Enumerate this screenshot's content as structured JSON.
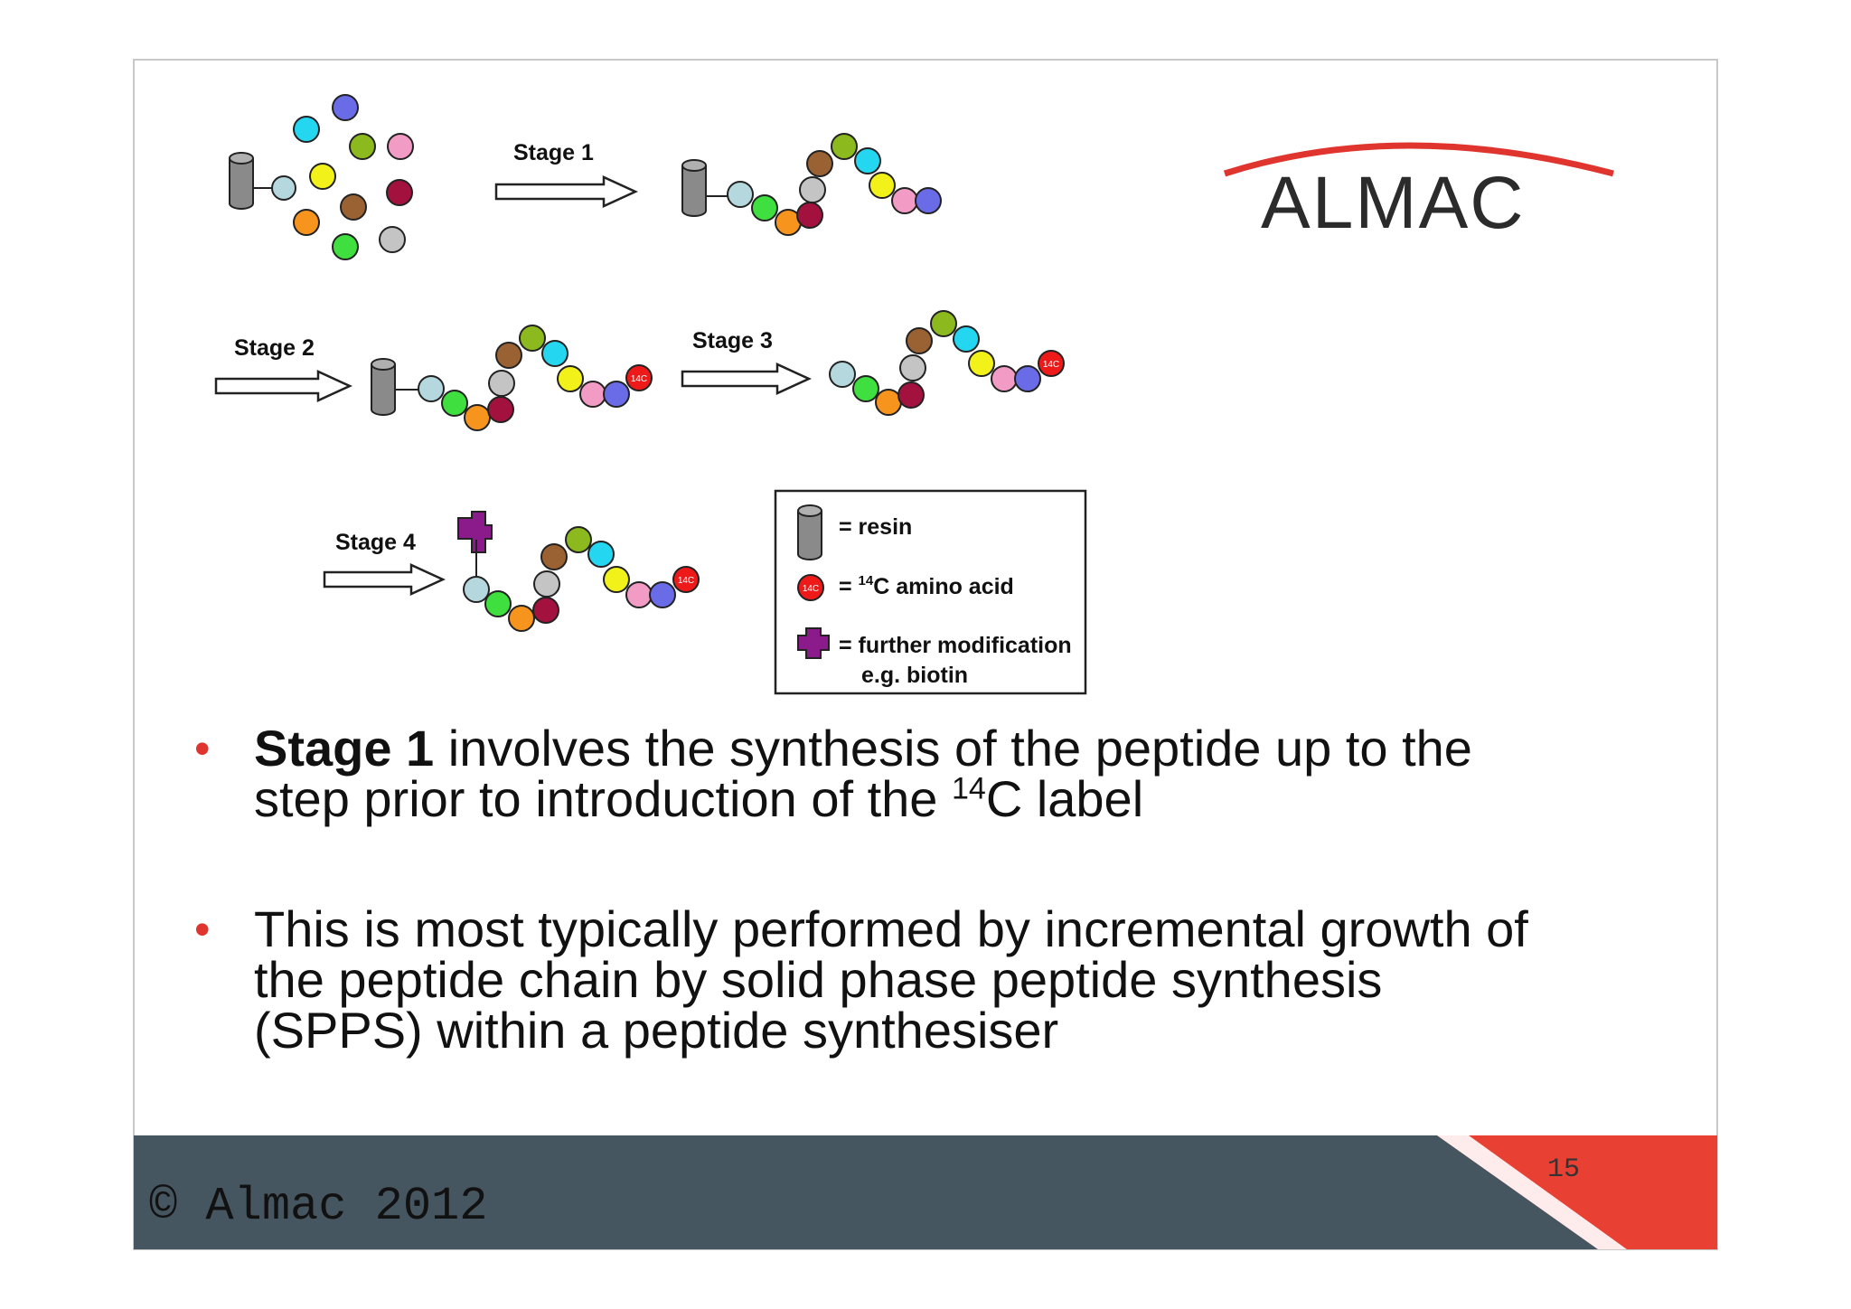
{
  "logo": {
    "text": "ALMAC",
    "accent_color": "#e0352f"
  },
  "diagram": {
    "stages": [
      "Stage 1",
      "Stage 2",
      "Stage 3",
      "Stage 4"
    ],
    "label_14c": "14C",
    "legend": {
      "resin": "= resin",
      "amino_prefix": "= ",
      "amino_sup": "14",
      "amino_rest": "C amino acid",
      "mod_line1": "= further modification",
      "mod_line2": "e.g. biotin"
    }
  },
  "bullets": [
    {
      "bold": "Stage 1",
      "text_a": " involves the synthesis of the peptide up to the",
      "text_b": "step prior to introduction of the ",
      "sup": "14",
      "text_c": "C label"
    },
    {
      "line1": "This is most typically performed by incremental growth of",
      "line2": "the peptide chain by solid phase peptide synthesis",
      "line3": "(SPPS) within a peptide synthesiser"
    }
  ],
  "footer": {
    "copyright": "© Almac 2012",
    "page_number": "15",
    "bar_color": "#465660",
    "corner_color": "#e84033"
  }
}
